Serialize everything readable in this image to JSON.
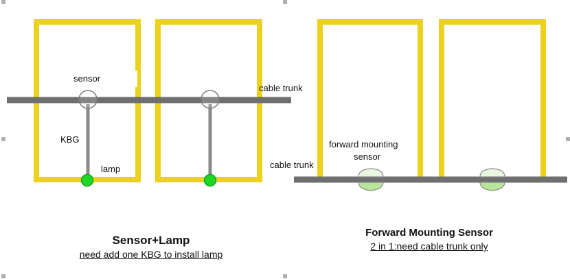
{
  "colors": {
    "frame": "#ecd21c",
    "trunk": "#6f6f6f",
    "rod": "#8a8a8a",
    "lamp": "#1ed627",
    "lamp_stroke": "#13a51b",
    "sensor_fill": "#b8e59a"
  },
  "left_panel": {
    "sensor_label": "sensor",
    "cable_trunk_label": "cable trunk",
    "kbg_label": "KBG",
    "lamp_label": "lamp",
    "title": "Sensor+Lamp",
    "subtitle": "need add one KBG to install lamp"
  },
  "right_panel": {
    "cable_trunk_label": "cable trunk",
    "sensor_label_line1": "forward mounting",
    "sensor_label_line2": "sensor",
    "title": "Forward Mounting Sensor",
    "subtitle": "2 in 1:need cable trunk only"
  }
}
